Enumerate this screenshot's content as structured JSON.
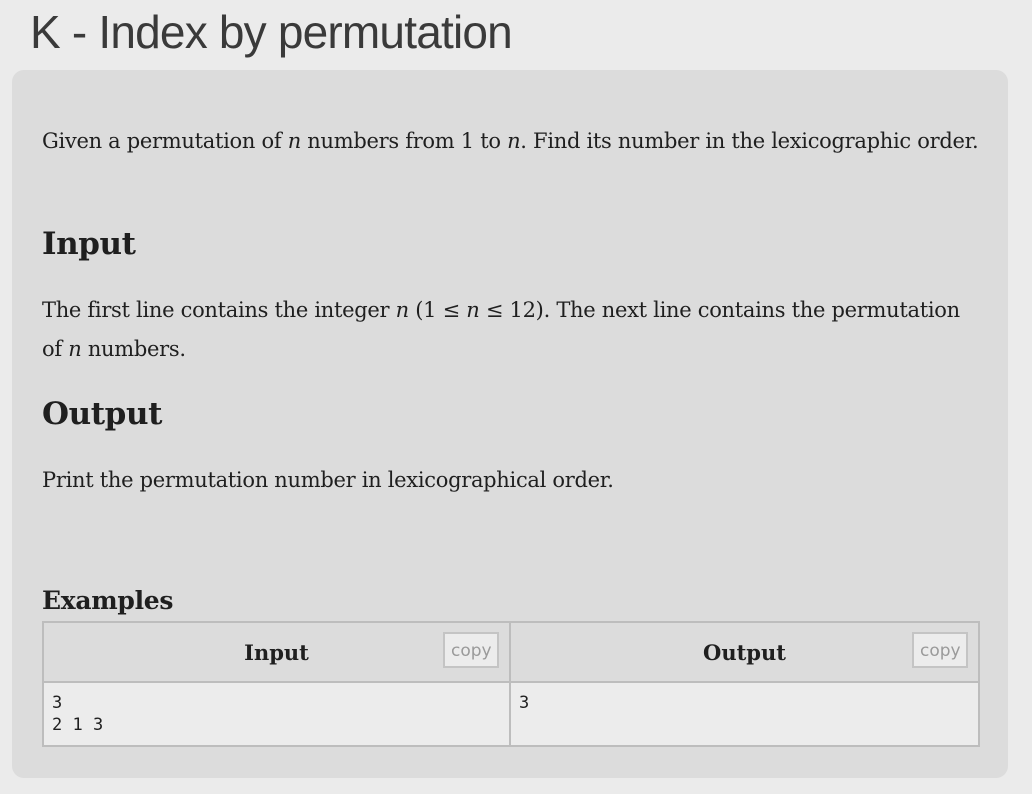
{
  "page": {
    "title": "K - Index by permutation"
  },
  "statement": {
    "p1_before": "Given a permutation of ",
    "p1_var_n": "n",
    "p1_mid": " numbers from 1 to ",
    "p1_var_n2": "n",
    "p1_after": ". Find its number in the lexicographic order."
  },
  "input_section": {
    "heading": "Input",
    "text_before": "The first line contains the integer ",
    "var_n": "n",
    "constraint": " (1 ≤ ",
    "constraint_n": "n",
    "constraint_end": " ≤ 12)",
    "text_after": ". The next line contains the permutation of ",
    "var_n2": "n",
    "text_end": " numbers."
  },
  "output_section": {
    "heading": "Output",
    "text": "Print the permutation number in lexicographical order."
  },
  "examples": {
    "heading": "Examples",
    "input_header": "Input",
    "output_header": "Output",
    "copy_label": "copy",
    "samples": [
      {
        "input_lines": [
          "3",
          "2 1 3"
        ],
        "output_lines": [
          "3"
        ]
      }
    ]
  }
}
